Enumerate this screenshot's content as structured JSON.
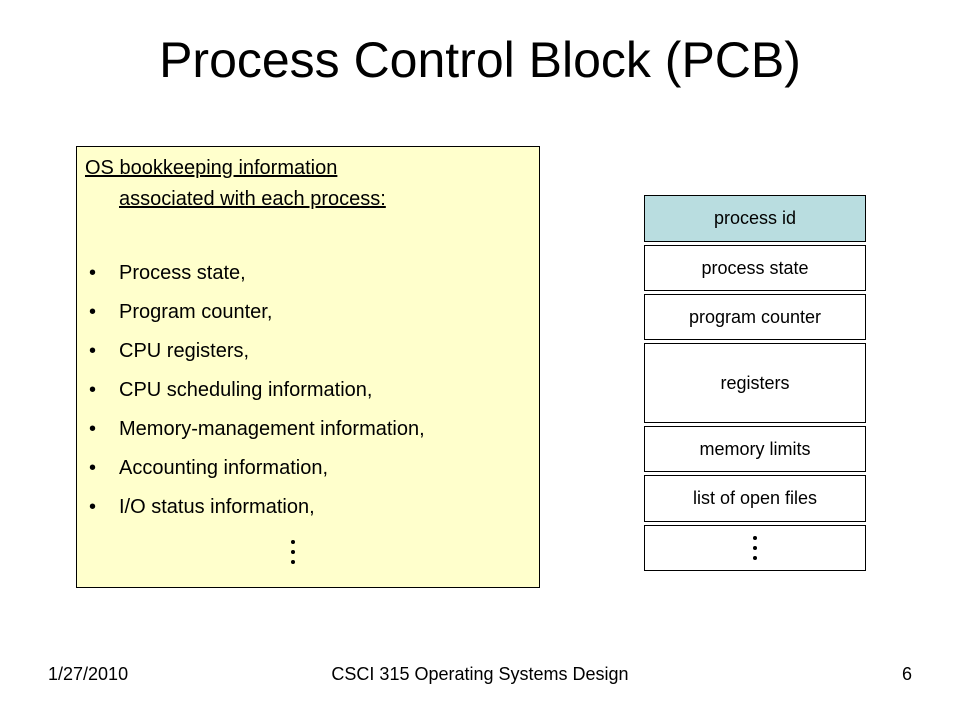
{
  "slide": {
    "title": "Process Control Block (PCB)"
  },
  "info_box": {
    "intro_line1": "OS bookkeeping information",
    "intro_line2": "associated with each process:",
    "bullet_symbol": "•",
    "items": [
      "Process state,",
      "Program counter,",
      "CPU registers,",
      "CPU scheduling information,",
      "Memory-management information,",
      "Accounting information,",
      "I/O status information,"
    ]
  },
  "pcb_diagram": {
    "fields": [
      "process id",
      "process state",
      "program counter",
      "registers",
      "memory limits",
      "list of open files"
    ],
    "header_color": "#b9dde0"
  },
  "footer": {
    "date": "1/27/2010",
    "course": "CSCI 315 Operating Systems Design",
    "page": "6"
  }
}
